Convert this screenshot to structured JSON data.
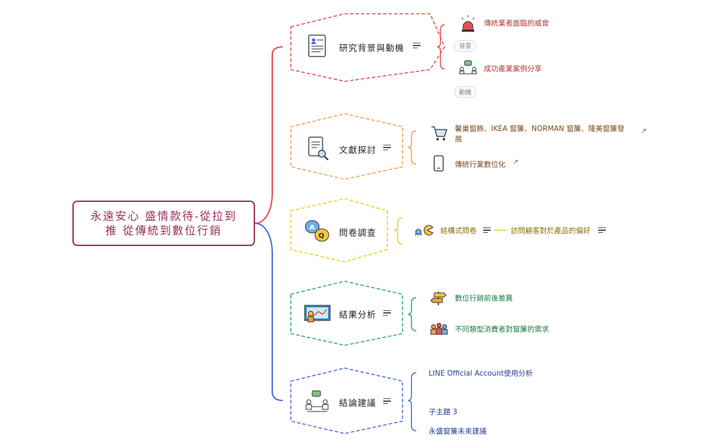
{
  "root": {
    "line1": "永遠安心 盛情款待-從拉到",
    "line2": "推 從傳統到數位行銷"
  },
  "topics": [
    {
      "label": "研究背景與動機",
      "color": "#e8504f"
    },
    {
      "label": "文獻探討",
      "color": "#f4a04a"
    },
    {
      "label": "問卷調查",
      "color": "#f0cc2a"
    },
    {
      "label": "結果分析",
      "color": "#2fae6a"
    },
    {
      "label": "結論建議",
      "color": "#4a6fe3"
    }
  ],
  "leaves": {
    "t1a": "傳統業者面臨的威脅",
    "t1a_tag": "背景",
    "t1b": "成功產業案例分享",
    "t1b_tag": "動機",
    "t2a": "馨巢窗飾、IKEA 窗簾、NORMAN 窗簾、隆美窗簾發",
    "t2a2": "展",
    "t2b": "傳統行業數位化",
    "t3a": "結構式問卷",
    "t3b": "訪問顧客對於產品的偏好",
    "t4a": "數位行銷前後差異",
    "t4b": "不同類型消費者對窗簾的需求",
    "t5a": "LINE Official Account使用分析",
    "t5b": "子主題 3",
    "t5c": "永盛窗簾未來建議"
  },
  "icons": [
    "resume-icon",
    "search-document-icon",
    "qa-bubbles-icon",
    "presentation-icon",
    "meeting-icon",
    "siren-icon",
    "discussion-icon",
    "shopping-cart-icon",
    "smartphone-icon",
    "pacman-icon",
    "signpost-icon",
    "people-group-icon"
  ]
}
